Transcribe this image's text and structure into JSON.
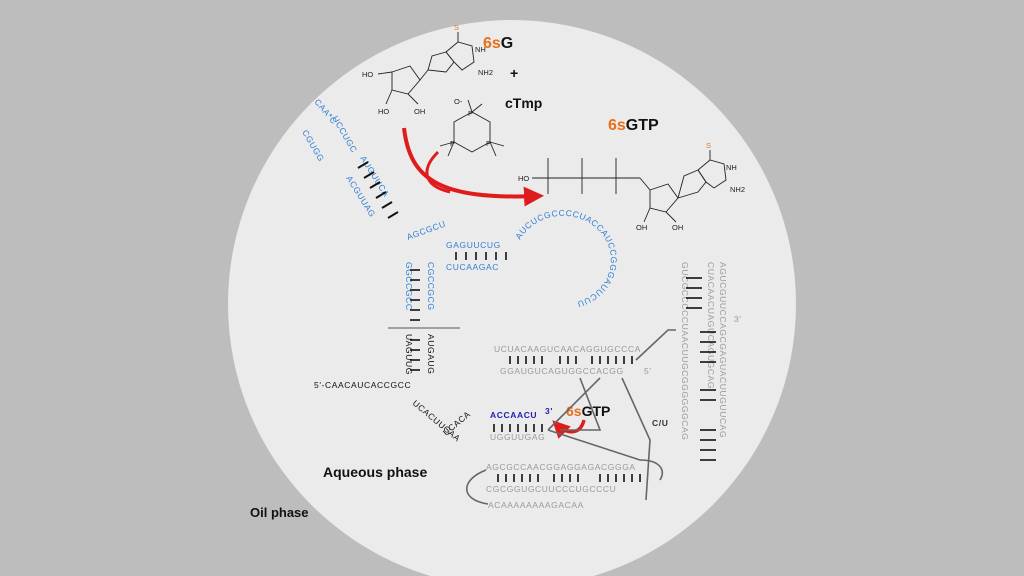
{
  "labels": {
    "six_s": "6s",
    "g": "G",
    "plus": "+",
    "ctmp": "cTmp",
    "gtp": "GTP",
    "aqueous": "Aqueous phase",
    "oil": "Oil phase",
    "five_prime_tail": "5'-CAACAUCACCGCC",
    "three_prime": "3'",
    "five_prime": "5'",
    "cu_variant": "C/U"
  },
  "chemistry": {
    "atoms": {
      "s": "S",
      "nh": "NH",
      "nh2": "NH2",
      "n": "N",
      "ho": "HO",
      "oh": "OH",
      "o": "O",
      "p": "P",
      "o_minus": "O-",
      "ho_p": "HO"
    }
  },
  "ribozyme": {
    "loop_top": "CAA*C",
    "stem1_left": "UCCUGC",
    "stem1_right": "CGUGG",
    "stem2_left": "AUGUUCA",
    "stem2_right": "ACGUUAG",
    "junction": "AGCGCU",
    "stem3_top": "GAGUUCUG",
    "stem3_bottom": "CUCAAGAC",
    "big_loop": "AUCUCGCCCCUACCAUCCGGGAUUCUU",
    "p1_left": "GGCCGCC",
    "p1_right": "CGCCGCG",
    "lower_left": "UAGUUG",
    "lower_right": "AUGAUG",
    "tail": "UCACUUCAA",
    "primer_tail": "UCACA",
    "template_blue": "ACCAACU"
  },
  "template": {
    "top_strand": "UCUACAAGUCAACAGGUGCCCA",
    "top_bottom": "GGAUGUCAGUGGCCACGG",
    "product_strand": "UGGUUGAG",
    "middle_top": "AGCGCCAACGGAGGAGACGGGA",
    "middle_bottom": "CGCGGUGCUUCCCUGCCCU",
    "bottom_strand": "ACAAAAAAAAGACAA",
    "right_hairpin1": "GUCGCCCCCUAACUUGCGGGGGGCAG",
    "right_hairpin2": "CUACAACUAGUCAGUGCAG",
    "right_hairpin3": "AGUCGUUCCAGCGAGUACUUGUUCAG"
  },
  "colors": {
    "background": "#bdbdbd",
    "circle": "#ebebeb",
    "orange": "#e8701a",
    "blue_rna": "#2f7fd6",
    "dark_blue": "#1f1fb4",
    "grey_rna": "#9a9a9a",
    "red_arrow": "#e01b1b",
    "black": "#111111"
  }
}
